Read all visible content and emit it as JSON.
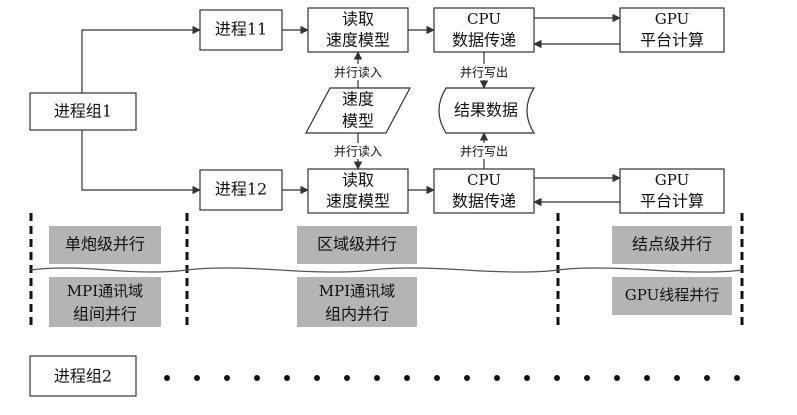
{
  "nodes": {
    "group1": "进程组1",
    "group2": "进程组2",
    "proc11": "进程11",
    "proc12": "进程12",
    "read_top": [
      "读取",
      "速度模型"
    ],
    "read_bottom": [
      "读取",
      "速度模型"
    ],
    "cpu_top": [
      "CPU",
      "数据传递"
    ],
    "cpu_bottom": [
      "CPU",
      "数据传递"
    ],
    "gpu_top": [
      "GPU",
      "平台计算"
    ],
    "gpu_bottom": [
      "GPU",
      "平台计算"
    ],
    "velocity_model": [
      "速度",
      "模型"
    ],
    "result_data": "结果数据"
  },
  "edge_labels": {
    "read_top": "并行读入",
    "read_bottom": "并行读入",
    "write_top": "并行写出",
    "write_bottom": "并行写出"
  },
  "levels": {
    "shot": "单炮级并行",
    "region": "区域级并行",
    "node": "结点级并行",
    "mpi_between": [
      "MPI通讯域",
      "组间并行"
    ],
    "mpi_within": [
      "MPI通讯域",
      "组内并行"
    ],
    "gpu_thread": "GPU线程并行"
  }
}
